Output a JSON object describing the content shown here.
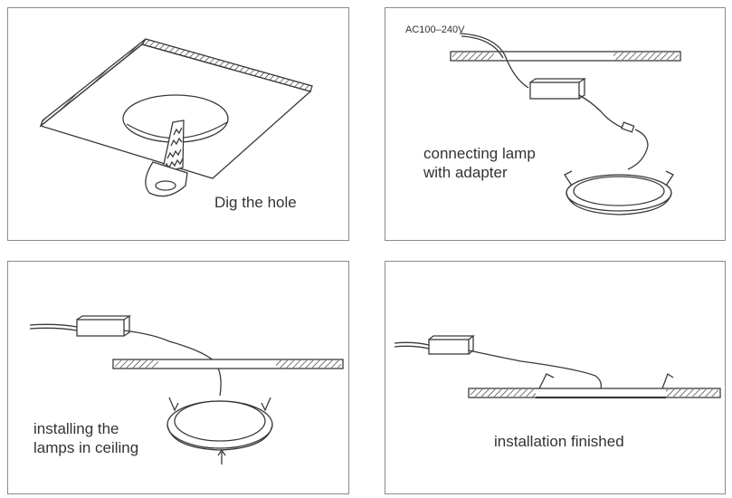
{
  "steps": [
    {
      "caption": "Dig the hole"
    },
    {
      "caption": "connecting lamp\nwith adapter",
      "voltage_label": "AC100–240V"
    },
    {
      "caption": "installing the\nlamps in ceiling"
    },
    {
      "caption": "installation finished"
    }
  ],
  "colors": {
    "line": "#3a3a3a",
    "border": "#8a8a8a"
  }
}
